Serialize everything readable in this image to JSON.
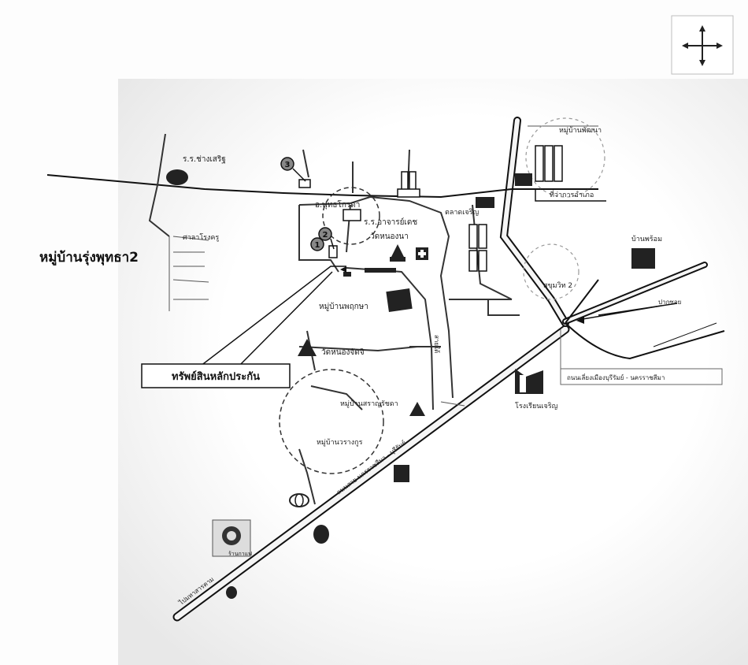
{
  "map": {
    "village_label": "หมู่บ้านรุ่งพุทธา2",
    "collateral_label": "ทรัพย์สินหลักประกัน",
    "place_labels": {
      "top_left_house": "ร.ร.ช่างเสริฐ",
      "district_office": "อ.พุทธโกรดา",
      "hospital": "ร.ร.อาจารย์เดช",
      "temple_center": "วัดหนองนา",
      "village_center": "หมู่บ้านพฤกษา",
      "temple_bottom": "วัดหนองจัดจิ",
      "moo_left_top": "ศาลาโรงครู",
      "moo_right_top": "หมู่บ้านพัฒนา",
      "govt_office": "ที่ว่าการอำเภอ",
      "school_right": "โรงเรียนเจริญ",
      "right_house": "บ้านพร้อม",
      "right_circle": "สุขุมวิท 2",
      "market": "ตลาดเจริญ",
      "bottom_circle_top": "หมู่บ้านสราญรัชดา",
      "bottom_circle_inner": "หมู่บ้านวรางกูร",
      "right_road_label": "ถนนเลี่ยงเมืองบุรีรัมย์ - นครราชสีมา",
      "right_arrow_label": "ปากซอย",
      "road_left_bottom": "ไปมหาสารคาม",
      "main_road": "ถนนสาย นครราชสีมา - บุรีรัมย์",
      "vertical_road": "สายใต้",
      "cafe": "ร้านกาแฟ"
    },
    "markers": [
      "1",
      "2",
      "3"
    ],
    "compass_icon": "compass-arrows-icon"
  }
}
